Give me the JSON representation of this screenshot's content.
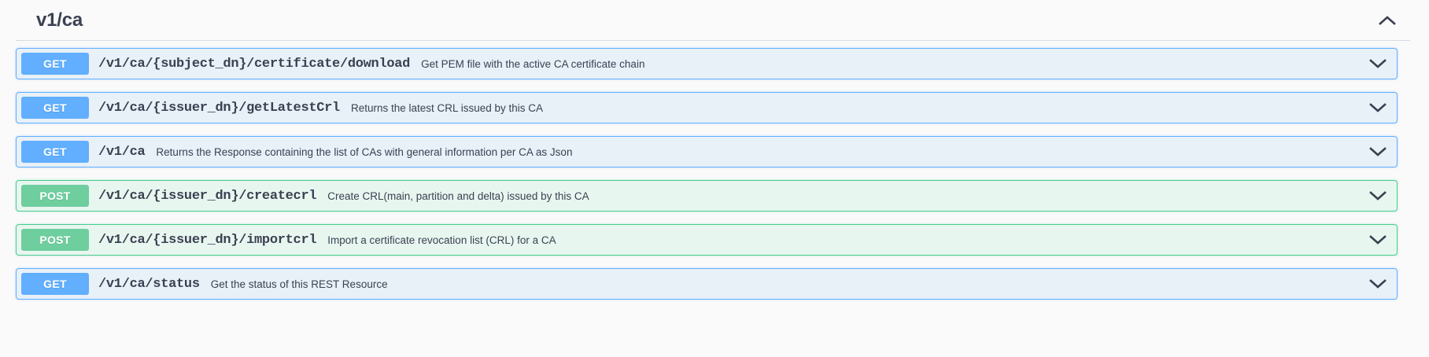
{
  "section": {
    "title": "v1/ca",
    "collapse_icon": "chevron-up-icon",
    "expanded": true
  },
  "operations": [
    {
      "method": "GET",
      "path": "/v1/ca/{subject_dn}/certificate/download",
      "description": "Get PEM file with the active CA certificate chain",
      "expand_icon": "chevron-down-icon"
    },
    {
      "method": "GET",
      "path": "/v1/ca/{issuer_dn}/getLatestCrl",
      "description": "Returns the latest CRL issued by this CA",
      "expand_icon": "chevron-down-icon"
    },
    {
      "method": "GET",
      "path": "/v1/ca",
      "description": "Returns the Response containing the list of CAs with general information per CA as Json",
      "expand_icon": "chevron-down-icon"
    },
    {
      "method": "POST",
      "path": "/v1/ca/{issuer_dn}/createcrl",
      "description": "Create CRL(main, partition and delta) issued by this CA",
      "expand_icon": "chevron-down-icon"
    },
    {
      "method": "POST",
      "path": "/v1/ca/{issuer_dn}/importcrl",
      "description": "Import a certificate revocation list (CRL) for a CA",
      "expand_icon": "chevron-down-icon"
    },
    {
      "method": "GET",
      "path": "/v1/ca/status",
      "description": "Get the status of this REST Resource",
      "expand_icon": "chevron-down-icon"
    }
  ],
  "colors": {
    "get_accent": "#61affe",
    "get_background": "#e8f0f8",
    "post_accent": "#49cc90",
    "post_badge": "#6ece9e",
    "post_background": "#e8f6f0",
    "text": "#3b4151",
    "page_background": "#fafafa"
  }
}
